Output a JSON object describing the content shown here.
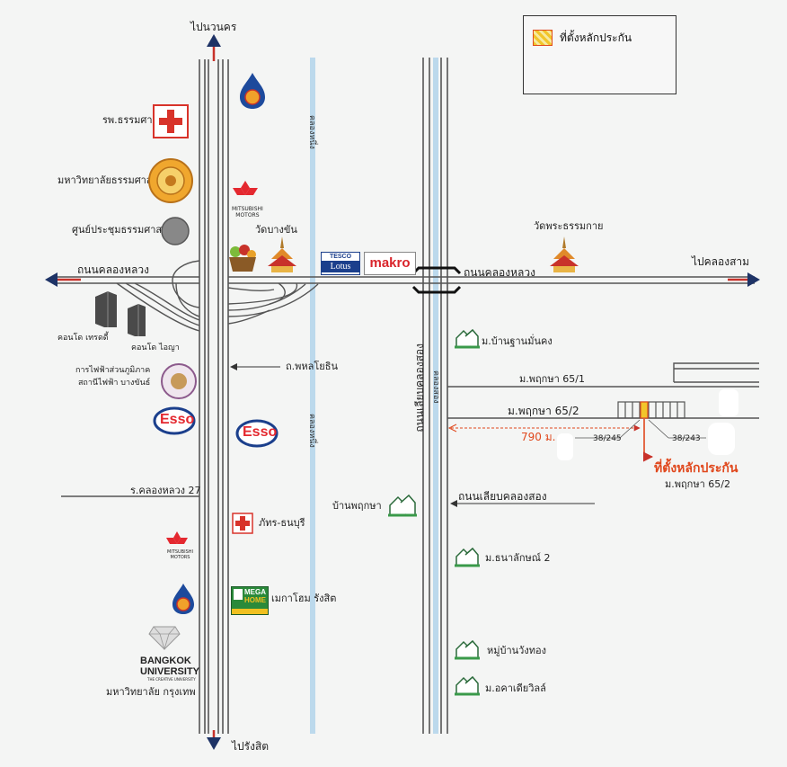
{
  "legend": {
    "text": "ที่ตั้งหลักประกัน"
  },
  "directions": {
    "north": "ไปนวนคร",
    "south": "ไปรังสิต",
    "east": "ไปคลองสาม"
  },
  "roads": {
    "khlong_luang_west": "ถนนคลองหลวง",
    "khlong_luang_east": "ถนนคลองหลวง",
    "phahon_yothin": "ถ.พหลโยธิน",
    "soi_khlong_luang_27": "ร.คลองหลวง 27",
    "liap_khlong_song_vertical": "ถนนเลียบคลองสอง",
    "liap_khlong_song_arrow": "ถนนเลียบคลองสอง",
    "khlong_nueng_1": "คลองหนึ่ง",
    "khlong_nueng_2": "คลองหนึ่ง",
    "khlong_song": "คลองสอง",
    "phruksa_65_1": "ม.พฤกษา 65/1",
    "phruksa_65_2": "ม.พฤกษา 65/2"
  },
  "places": {
    "thammasat_hospital": "รพ.ธรรมศาสตร์",
    "thammasat_university": "มหาวิทยาลัยธรรมศาสตร์",
    "thammasat_convention": "ศูนย์ประชุมธรรมศาสตร์",
    "condo_trendy": "คอนโด เทรดดี้",
    "condo_iyara": "คอนโด ไอญา",
    "pea": "การไฟฟ้าส่วนภูมิภาค\nสถานีไฟฟ้า บางขันธ์",
    "wat_bang_khan": "วัดบางขัน",
    "wat_phra_dhammakaya": "วัดพระธรรมกาย",
    "ban_than_man_khong": "ม.บ้านฐานมั่นคง",
    "ban_phruksa": "บ้านพฤกษา",
    "thanalak_2": "ม.ธนาลักษณ์ 2",
    "wang_thong": "หมู่บ้านวังทอง",
    "arcadia_ville": "ม.อคาเดียวิลล์",
    "phat_thanaburi": "ภัทร-ธนบุรี",
    "megahome": "เมกาโฮม รังสิต",
    "bangkok_university_th": "มหาวิทยาลัย กรุงเทพ",
    "bangkok_university_logo": "BANGKOK\nUNIVERSITY",
    "bangkok_university_logo_sub": "THE CREATIVE UNIVERSITY",
    "mitsubishi_top": "MITSUBISHI\nMOTORS",
    "mitsubishi_bottom": "MITSUBISHI\nMOTORS"
  },
  "brands": {
    "tesco_top": "TESCO",
    "tesco_bottom": "Lotus",
    "makro": "makro",
    "esso": "Esso",
    "mega_top": "MEGA",
    "mega_bottom": "HOME"
  },
  "collateral": {
    "distance": "790 ม.",
    "plot_left": "38/245",
    "plot_right": "38/243",
    "label": "ที่ตั้งหลักประกัน",
    "sub": "ม.พฤกษา 65/2"
  },
  "colors": {
    "road": "#555555",
    "canal": "#bcd9ec",
    "arrow_red": "#c8322a",
    "arrow_navy": "#1e3366",
    "collateral": "#e0481d",
    "esso_red": "#e4282f",
    "esso_blue": "#1b3f8c"
  }
}
